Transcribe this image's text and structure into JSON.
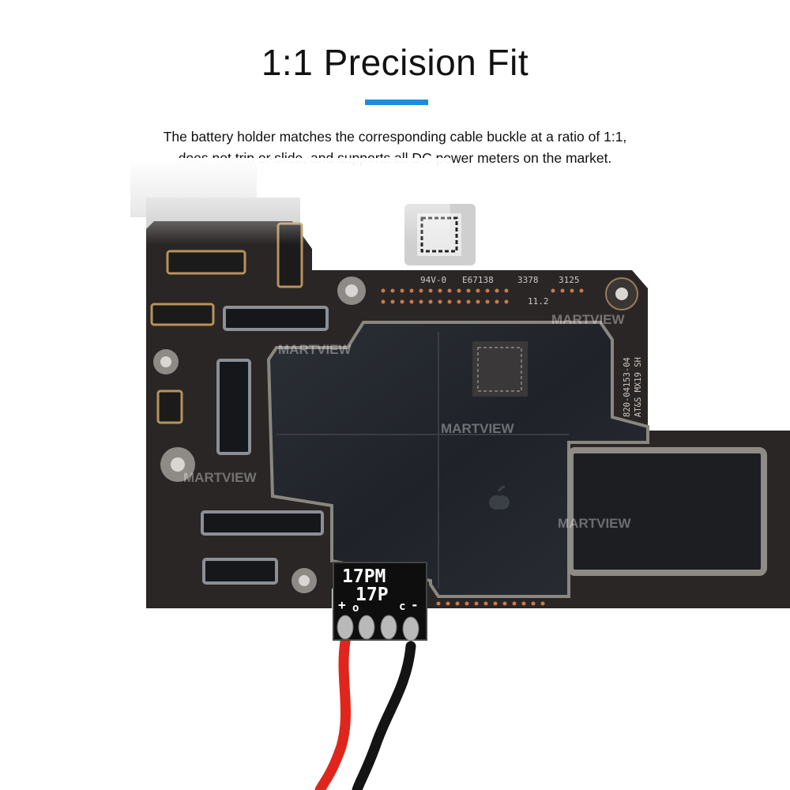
{
  "heading": {
    "title": "1:1 Precision Fit",
    "accent_color": "#1a8de0"
  },
  "description": {
    "line1": "The battery holder matches the corresponding cable buckle at a ratio of 1:1,",
    "line2": "does not trip or slide, and supports all DC power meters on the market."
  },
  "board": {
    "silkscreen": {
      "top_row": [
        "94V-0",
        "E67138",
        "3378",
        "3125"
      ],
      "rev": "11.2",
      "side_line1": "820-04153-04",
      "side_line2": "AT&S MX19 SH"
    },
    "watermark": "MARTVIEW"
  },
  "adapter": {
    "model_line1": "17PM",
    "model_line2": "17P",
    "pin_plus": "+",
    "pin_o": "o",
    "pin_c": "c",
    "pin_minus": "-",
    "wire_colors": {
      "positive": "#e0261c",
      "negative": "#141414"
    }
  }
}
